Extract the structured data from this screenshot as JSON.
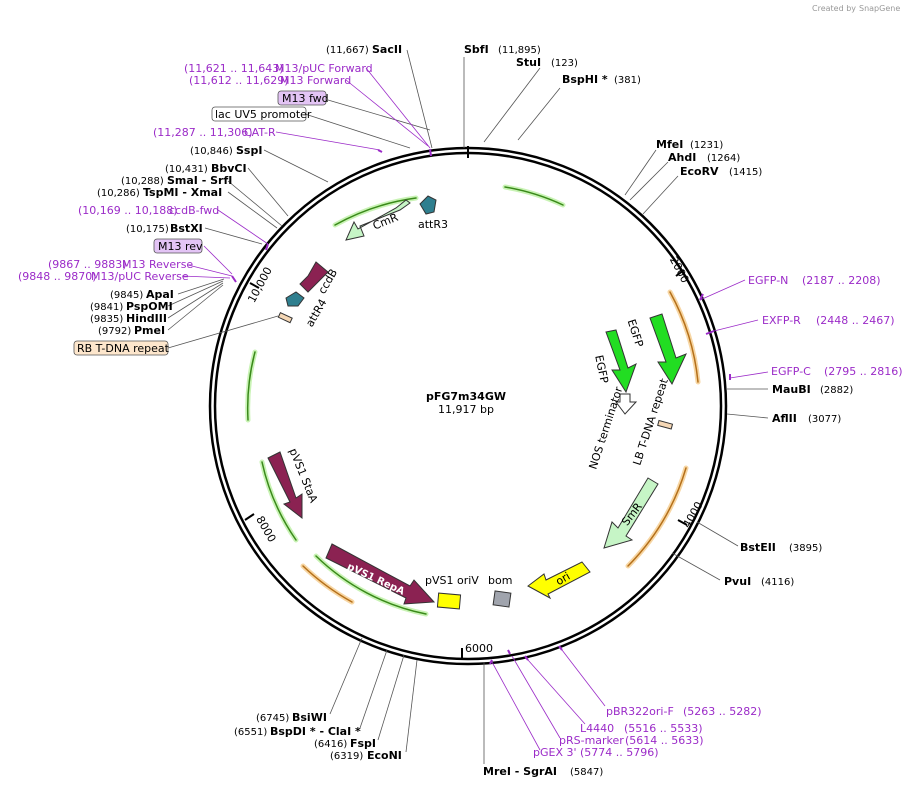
{
  "credit": {
    "text": "Created by",
    "brand": "SnapGene"
  },
  "plasmid": {
    "name": "pFG7m34GW",
    "size": "11,917 bp"
  },
  "ticks": [
    "2000",
    "4000",
    "6000",
    "8000",
    "10,000"
  ],
  "sites": [
    {
      "name": "SacII",
      "pos": "(11,667)"
    },
    {
      "name": "SbfI",
      "pos": "(11,895)"
    },
    {
      "name": "StuI",
      "pos": "(123)"
    },
    {
      "name": "BspHI *",
      "pos": "(381)"
    },
    {
      "name": "MfeI",
      "pos": "(1231)"
    },
    {
      "name": "AhdI",
      "pos": "(1264)"
    },
    {
      "name": "EcoRV",
      "pos": "(1415)"
    },
    {
      "name": "MauBI",
      "pos": "(2882)"
    },
    {
      "name": "AflII",
      "pos": "(3077)"
    },
    {
      "name": "BstEII",
      "pos": "(3895)"
    },
    {
      "name": "PvuI",
      "pos": "(4116)"
    },
    {
      "name": "MreI  - SgrAI",
      "pos": "(5847)"
    },
    {
      "name": "EcoNI",
      "pos": "(6319)"
    },
    {
      "name": "FspI",
      "pos": "(6416)"
    },
    {
      "name": "BspDI *  - ClaI *",
      "pos": "(6551)"
    },
    {
      "name": "BsiWI",
      "pos": "(6745)"
    },
    {
      "name": "PmeI",
      "pos": "(9792)"
    },
    {
      "name": "HindIII",
      "pos": "(9835)"
    },
    {
      "name": "PspOMI",
      "pos": "(9841)"
    },
    {
      "name": "ApaI",
      "pos": "(9845)"
    },
    {
      "name": "BstXI",
      "pos": "(10,175)"
    },
    {
      "name": "TspMI  - XmaI",
      "pos": "(10,286)"
    },
    {
      "name": "SmaI   - SrfI",
      "pos": "(10,288)"
    },
    {
      "name": "BbvCI",
      "pos": "(10,431)"
    },
    {
      "name": "SspI",
      "pos": "(10,846)"
    }
  ],
  "primers": [
    {
      "name": "M13/pUC Forward",
      "pos": "(11,621 .. 11,643)"
    },
    {
      "name": "M13 Forward",
      "pos": "(11,612 .. 11,629)"
    },
    {
      "name": "CAT-R",
      "pos": "(11,287 .. 11,306)"
    },
    {
      "name": "ccdB-fwd",
      "pos": "(10,169 .. 10,188)"
    },
    {
      "name": "M13 Reverse",
      "pos": "(9867 .. 9883)"
    },
    {
      "name": "M13/pUC Reverse",
      "pos": "(9848 .. 9870)"
    },
    {
      "name": "EGFP-N",
      "pos": "(2187 .. 2208)"
    },
    {
      "name": "EXFP-R",
      "pos": "(2448 .. 2467)"
    },
    {
      "name": "EGFP-C",
      "pos": "(2795 .. 2816)"
    },
    {
      "name": "pBR322ori-F",
      "pos": "(5263 .. 5282)"
    },
    {
      "name": "L4440",
      "pos": "(5516 .. 5533)"
    },
    {
      "name": "pRS-marker",
      "pos": "(5614 .. 5633)"
    },
    {
      "name": "pGEX 3'",
      "pos": "(5774 .. 5796)"
    }
  ],
  "boxed": {
    "m13_fwd": "M13 fwd",
    "lac_uv5": "lac UV5 promoter",
    "m13_rev": "M13 rev",
    "rb_tdna": "RB T-DNA repeat"
  },
  "features": {
    "cmr": "CmR",
    "attr3": "attR3",
    "ccdb": "ccdB",
    "attr4": "attR4",
    "egfp": "EGFP",
    "lb_tdna": "LB T-DNA repeat",
    "nos": "NOS terminator",
    "smr": "SmR",
    "ori": "ori",
    "bom": "bom",
    "pvs1_oriv": "pVS1 oriV",
    "pvs1_repa": "pVS1 RepA",
    "pvs1_staa": "pVS1 StaA"
  },
  "colors": {
    "primer": "#9b2bc8",
    "egfp": "#22dd22",
    "cmr": "#c6f5c6",
    "ccdb": "#8b2252",
    "att": "#2f7f8f",
    "ori": "#ffff00",
    "bom": "#a0a4ad",
    "repa": "#8b2252",
    "tdna": "#f5d7b5"
  }
}
